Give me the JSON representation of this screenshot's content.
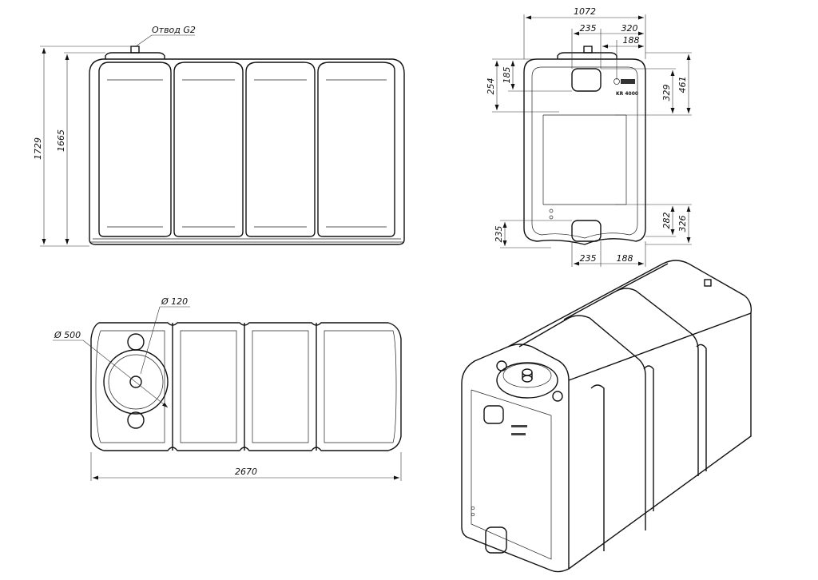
{
  "front_view": {
    "outlet_label": "Отвод G2",
    "height_total": "1729",
    "height_body": "1665"
  },
  "side_view": {
    "width_total": "1072",
    "top_235": "235",
    "top_320": "320",
    "top_188": "188",
    "left_254": "254",
    "left_185": "185",
    "right_329": "329",
    "right_461": "461",
    "bottom_left_235": "235",
    "right_282": "282",
    "right_326": "326",
    "bottom_235": "235",
    "bottom_188": "188",
    "plate_line": "KR 4000"
  },
  "top_view": {
    "diameter_small": "Ø 120",
    "diameter_large": "Ø 500",
    "length_total": "2670"
  }
}
